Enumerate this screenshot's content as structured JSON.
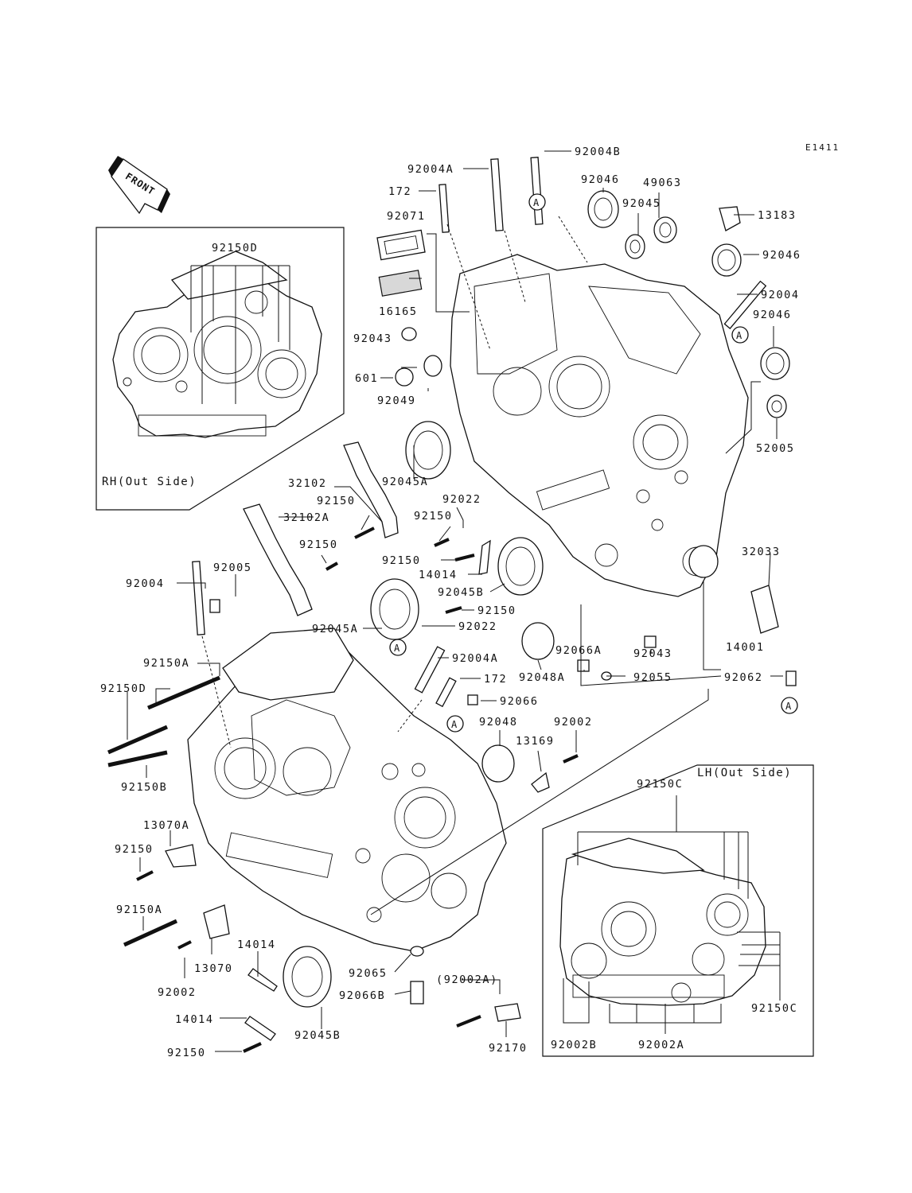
{
  "diagram_code": "E1411",
  "front_label": "FRONT",
  "insets": {
    "rh": "RH(Out Side)",
    "lh": "LH(Out Side)"
  },
  "ref_marker": "A",
  "labels": {
    "p92150D_rh": "92150D",
    "p92004B": "92004B",
    "p92004A_top": "92004A",
    "p172_top": "172",
    "p92071": "92071",
    "p16165": "16165",
    "p92046_a": "92046",
    "p92045_top": "92045",
    "p49063": "49063",
    "p13183": "13183",
    "p92046_b": "92046",
    "p92004_right": "92004",
    "p92046_c": "92046",
    "p52005": "52005",
    "p92043_top": "92043",
    "p601": "601",
    "p92049": "92049",
    "p92045A_top": "92045A",
    "p32102": "32102",
    "p92150_a": "92150",
    "p32102A": "32102A",
    "p92022_a": "92022",
    "p92150_b": "92150",
    "p92150_c": "92150",
    "p92150_d": "92150",
    "p14014_mid": "14014",
    "p92045B_mid": "92045B",
    "p92004_left": "92004",
    "p92005": "92005",
    "p92045A_mid": "92045A",
    "p92150_e": "92150",
    "p92022_b": "92022",
    "p92004A_mid": "92004A",
    "p172_mid": "172",
    "p92066": "92066",
    "p92048A": "92048A",
    "p92066A": "92066A",
    "p92043_mid": "92043",
    "p32033": "32033",
    "p14001": "14001",
    "p92055": "92055",
    "p92062": "92062",
    "p92150A_a": "92150A",
    "p92150D_main": "92150D",
    "p92150B": "92150B",
    "p13070A": "13070A",
    "p92150_f": "92150",
    "p92150A_b": "92150A",
    "p92002_left": "92002",
    "p13070": "13070",
    "p14014_a": "14014",
    "p14014_b": "14014",
    "p92150_g": "92150",
    "p92045B_bottom": "92045B",
    "p92048": "92048",
    "p92002_mid": "92002",
    "p13169": "13169",
    "p92065": "92065",
    "p92066B": "92066B",
    "p92002A_paren": "(92002A)",
    "p92170": "92170",
    "p92150C_top": "92150C",
    "p92150C_right": "92150C",
    "p92002B": "92002B",
    "p92002A_lh": "92002A"
  }
}
